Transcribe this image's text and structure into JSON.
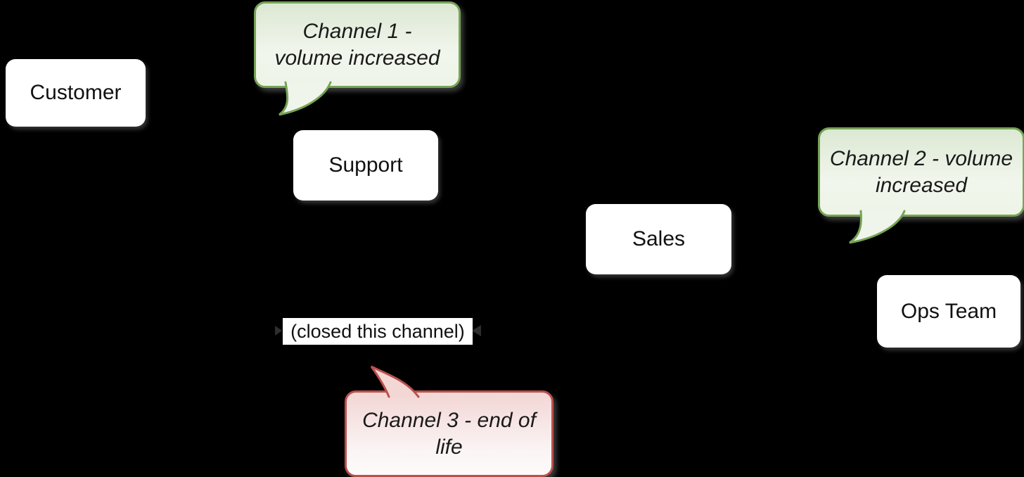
{
  "diagram": {
    "background_color": "#000000",
    "nodes": [
      {
        "label": "Customer"
      },
      {
        "label": "Support"
      },
      {
        "label": "Sales"
      },
      {
        "label": "Ops Team"
      }
    ],
    "callouts": [
      {
        "line1": "Channel 1 -",
        "line2": "volume increased",
        "border_color": "#76a356",
        "fill_top": "#dce8d3",
        "fill_bottom": "#eef4e8"
      },
      {
        "line1": "Channel 2 - volume",
        "line2": "increased",
        "border_color": "#76a356",
        "fill_top": "#dce8d3",
        "fill_bottom": "#eef4e8"
      },
      {
        "line1": "Channel 3 - end of",
        "line2": "life",
        "border_color": "#bb504d",
        "fill_top": "#f2d6d4",
        "fill_bottom": "#fdfafa"
      }
    ],
    "edge_label": "(closed this channel)",
    "colors": {
      "node_fill": "#ffffff",
      "text": "#111111",
      "positive_green": "#76a356",
      "negative_red": "#bb504d"
    }
  }
}
